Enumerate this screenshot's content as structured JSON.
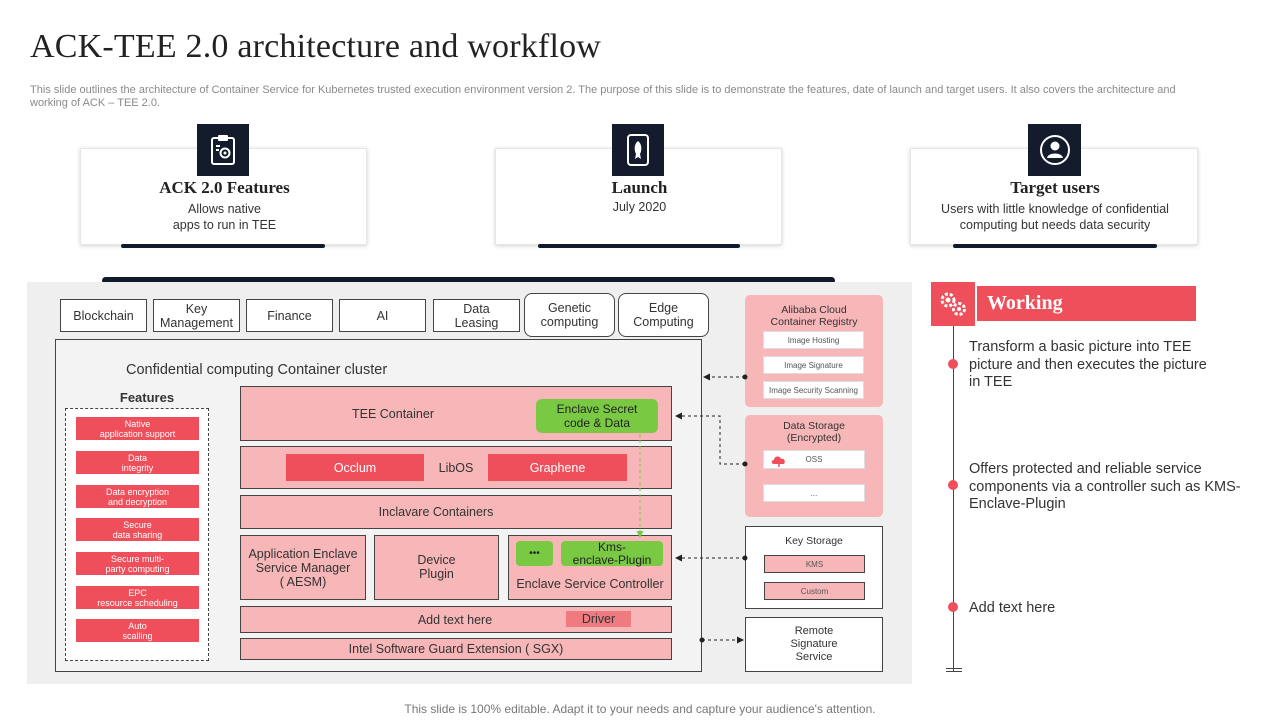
{
  "title": "ACK-TEE 2.0 architecture and workflow",
  "subtitle": "This slide outlines the architecture of Container Service for Kubernetes trusted execution environment version 2. The purpose of this slide is to demonstrate the features, date of launch and target users. It also covers the architecture and working of ACK – TEE 2.0.",
  "cards": [
    {
      "icon": "clipboard-gear-icon",
      "title": "ACK 2.0 Features",
      "line1": "Allows native",
      "line2": "apps to run in TEE"
    },
    {
      "icon": "rocket-phone-icon",
      "title": "Launch",
      "line1": "July 2020",
      "line2": ""
    },
    {
      "icon": "user-circle-icon",
      "title": "Target users",
      "line1": "Users with little knowledge of confidential",
      "line2": "computing but needs data security"
    }
  ],
  "categories": [
    {
      "line1": "Blockchain",
      "line2": ""
    },
    {
      "line1": "Key",
      "line2": "Management"
    },
    {
      "line1": "Finance",
      "line2": ""
    },
    {
      "line1": "AI",
      "line2": ""
    },
    {
      "line1": "Data",
      "line2": "Leasing"
    },
    {
      "line1": "Genetic",
      "line2": "computing"
    },
    {
      "line1": "Edge",
      "line2": "Computing"
    }
  ],
  "cluster": {
    "title": "Confidential computing Container cluster",
    "features_title": "Features",
    "features": [
      {
        "line1": "Native",
        "line2": "application support"
      },
      {
        "line1": "Data",
        "line2": "integrity"
      },
      {
        "line1": "Data encryption",
        "line2": "and decryption"
      },
      {
        "line1": "Secure",
        "line2": "data sharing"
      },
      {
        "line1": "Secure multi-",
        "line2": "party computing"
      },
      {
        "line1": "EPC",
        "line2": "resource scheduling"
      },
      {
        "line1": "Auto",
        "line2": "scalling"
      }
    ],
    "tee_container": "TEE Container",
    "enclave_secret_line1": "Enclave Secret",
    "enclave_secret_line2": "code & Data",
    "libos": "LibOS",
    "occlum": "Occlum",
    "graphene": "Graphene",
    "inclavare": "Inclavare Containers",
    "aesm_line1": "Application Enclave",
    "aesm_line2": "Service Manager",
    "aesm_line3": "( AESM)",
    "device_line1": "Device",
    "device_line2": "Plugin",
    "dots": "•••",
    "kms_line1": "Kms-",
    "kms_line2": "enclave-Plugin",
    "esc": "Enclave Service Controller",
    "add_text": "Add text here",
    "driver": "Driver",
    "sgx": "Intel Software Guard Extension ( SGX)"
  },
  "registry": {
    "title_line1": "Alibaba Cloud",
    "title_line2": "Container Registry",
    "items": [
      "Image Hosting",
      "Image Signature",
      "Image Security Scanning"
    ]
  },
  "storage": {
    "title_line1": "Data Storage",
    "title_line2": "(Encrypted)",
    "oss": "OSS",
    "ellipsis": "..."
  },
  "key_storage": {
    "title": "Key Storage",
    "items": [
      "KMS",
      "Custom"
    ]
  },
  "remote": {
    "line1": "Remote",
    "line2": "Signature",
    "line3": "Service"
  },
  "working": {
    "title": "Working",
    "items": [
      {
        "line1": "Transform a basic picture into TEE",
        "line2": "picture and then executes the picture",
        "line3": "in TEE"
      },
      {
        "line1": "Offers protected and reliable service",
        "line2": "components via a controller such as KMS-",
        "line3": "Enclave-Plugin"
      },
      {
        "line1": "Add text here",
        "line2": "",
        "line3": ""
      }
    ]
  },
  "footer": "This slide is 100% editable. Adapt it to your needs and capture your audience's attention.",
  "colors": {
    "accent": "#ef4f5a",
    "pink": "#f7b6b8",
    "navy": "#141b2d",
    "green": "#7ac943"
  }
}
